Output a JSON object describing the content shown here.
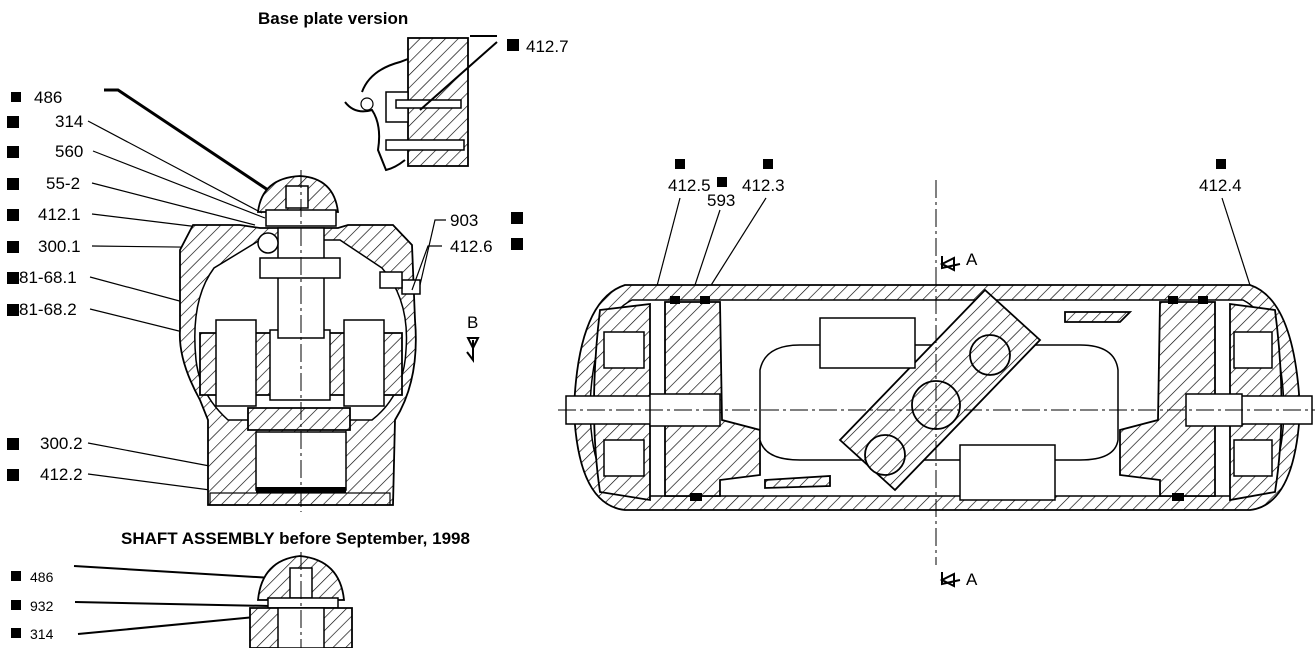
{
  "titles": {
    "base_plate": "Base plate version",
    "shaft_assembly": "SHAFT ASSEMBLY before September, 1998"
  },
  "left_labels": [
    "486",
    "314",
    "560",
    "55-2",
    "412.1",
    "300.1",
    "81-68.1",
    "81-68.2",
    "300.2",
    "412.2"
  ],
  "right_side_labels": {
    "p903": "903",
    "p412_6": "412.6",
    "p412_7": "412.7"
  },
  "section_marker": "B",
  "shaft_labels": [
    "486",
    "932",
    "314"
  ],
  "right_labels": {
    "p412_5": "412.5",
    "p593": "593",
    "p412_3": "412.3",
    "p412_4": "412.4"
  },
  "section_cut": {
    "top": "A",
    "bottom": "A"
  }
}
